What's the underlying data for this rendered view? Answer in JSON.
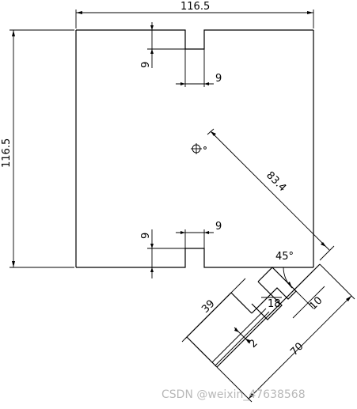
{
  "dimensions": {
    "top_width": "116.5",
    "left_height": "116.5",
    "top_notch_depth": "9",
    "top_notch_width": "9",
    "bottom_notch_depth": "9",
    "bottom_notch_width": "9",
    "diagonal_length": "83.4",
    "angle": "45°",
    "slot_width": "18",
    "slot_depth": "10",
    "piece_length": "39",
    "strip_width": "2",
    "piece_total": "70"
  },
  "watermark": "CSDN @weixin_47638568"
}
